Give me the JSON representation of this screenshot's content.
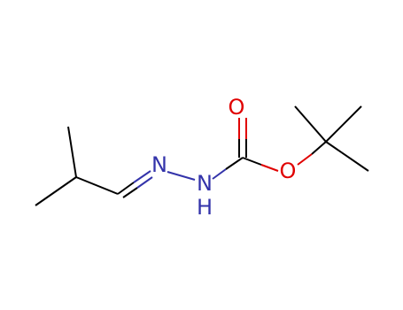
{
  "molecule": {
    "atoms": {
      "n1": {
        "symbol": "N",
        "color": "#3333aa"
      },
      "n2": {
        "symbol": "N",
        "hydrogen": "H",
        "color": "#3333aa"
      },
      "o_carbonyl": {
        "symbol": "O",
        "color": "#e00000"
      },
      "o_ester": {
        "symbol": "O",
        "color": "#e00000"
      }
    },
    "bond_color": "#000000"
  }
}
